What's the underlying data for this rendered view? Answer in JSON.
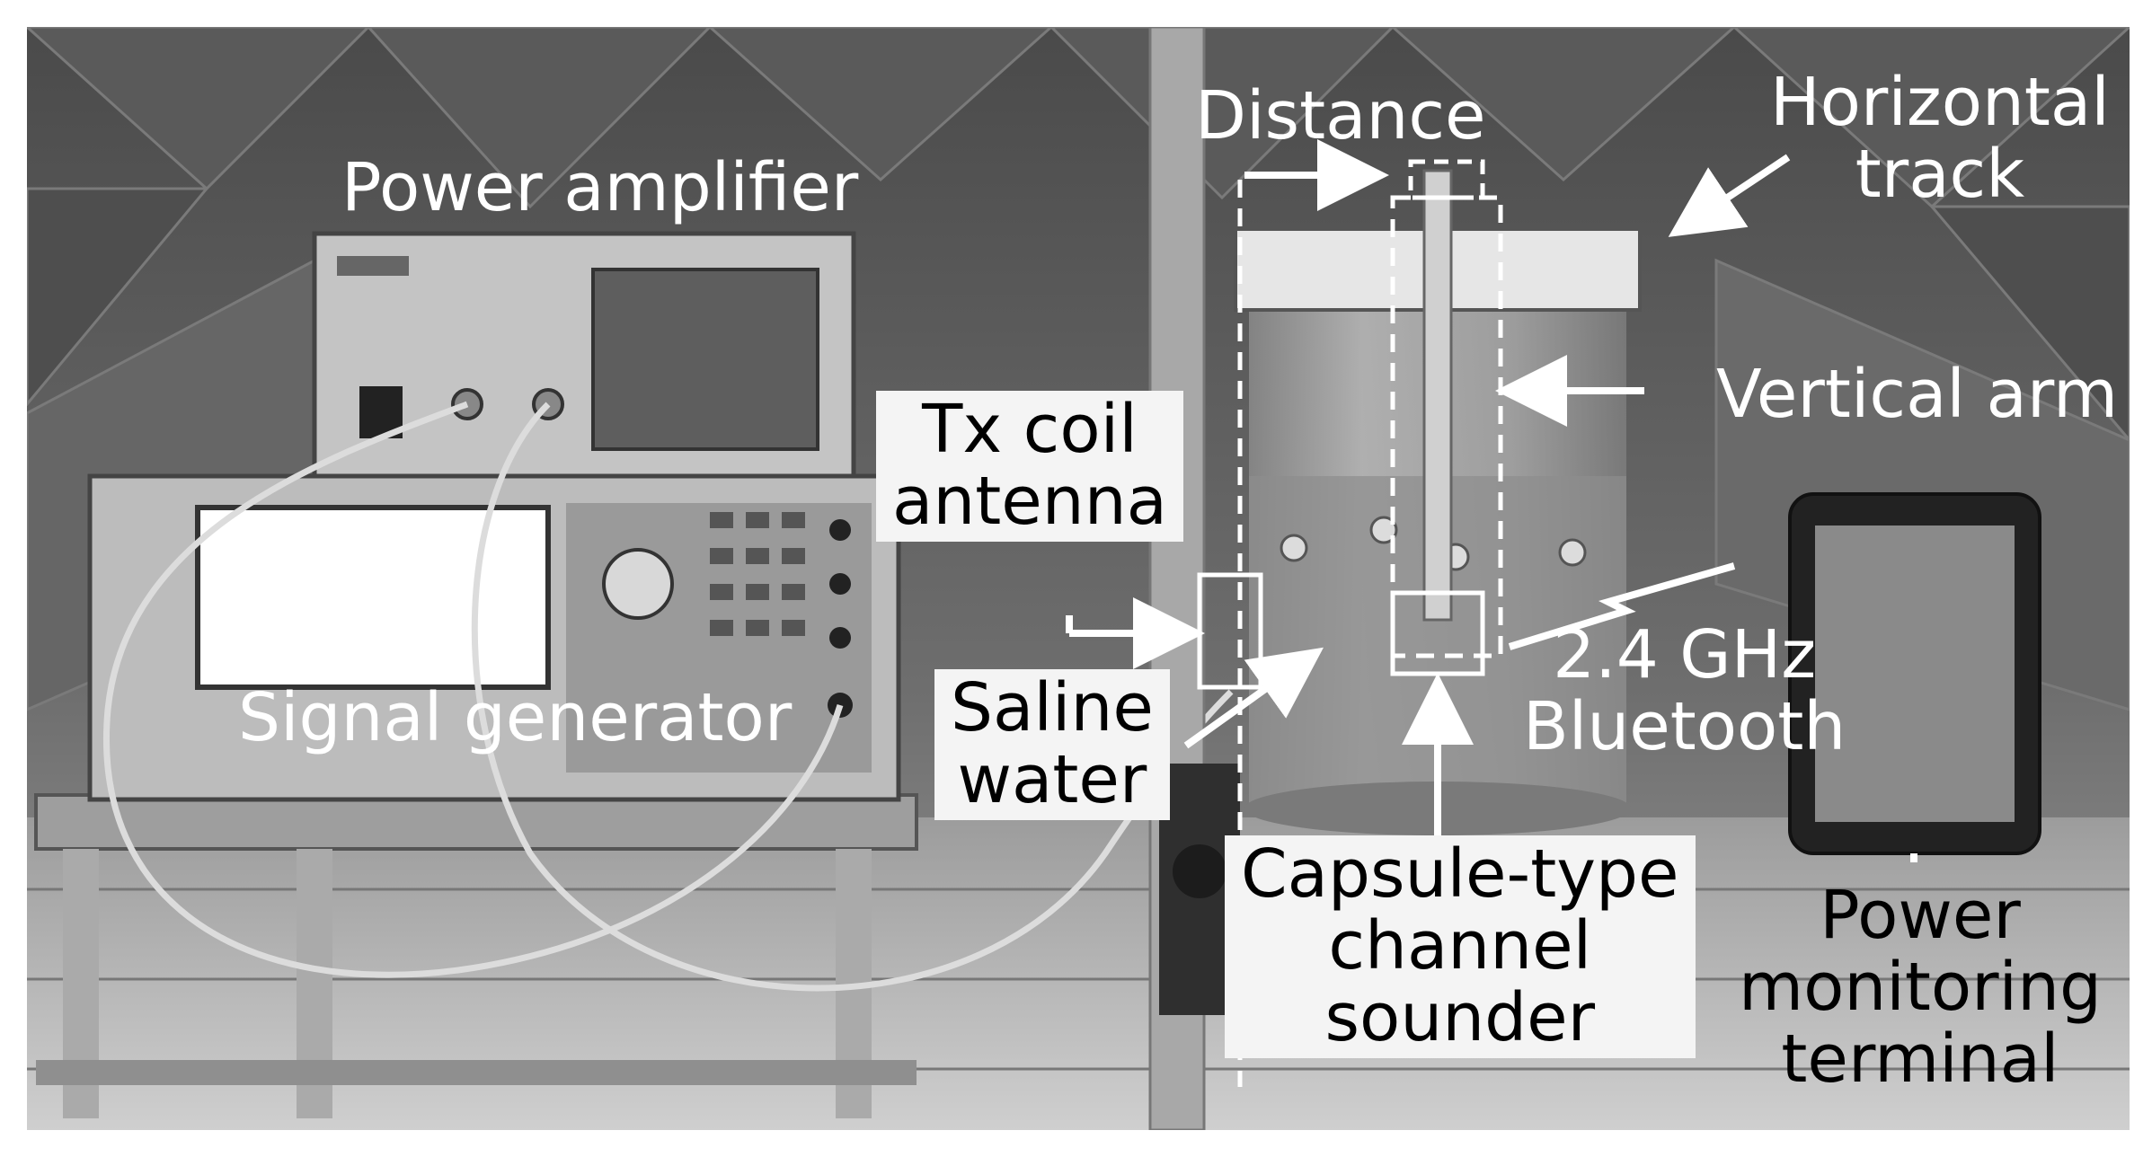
{
  "figure": {
    "labels": {
      "power_amplifier": "Power amplifier",
      "signal_generator": "Signal generator",
      "distance": "Distance",
      "horizontal_track": [
        "Horizontal",
        "track"
      ],
      "vertical_arm": "Vertical arm",
      "tx_coil_antenna": [
        "Tx coil",
        "antenna"
      ],
      "saline_water": [
        "Saline",
        "water"
      ],
      "bluetooth": [
        "2.4 GHz",
        "Bluetooth"
      ],
      "capsule_sounder": [
        "Capsule-type",
        "channel",
        "sounder"
      ],
      "power_terminal": [
        "Power",
        "monitoring",
        "terminal"
      ]
    },
    "colors": {
      "background_dark": "#3a3a3a",
      "label_box": "#f4f4f4",
      "annotation": "#ffffff"
    }
  }
}
